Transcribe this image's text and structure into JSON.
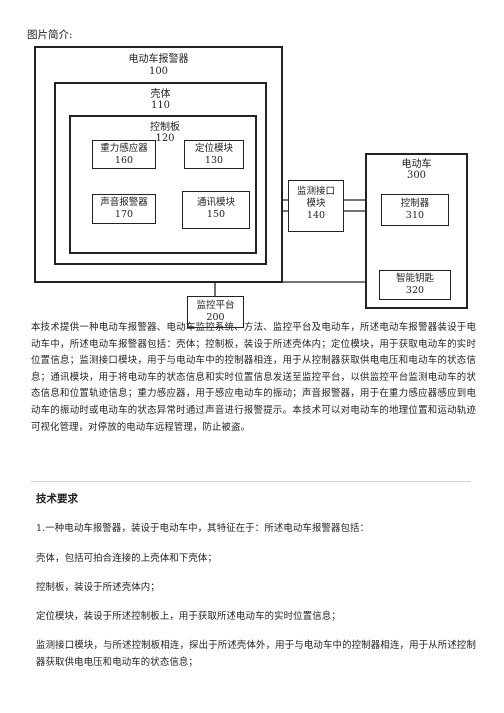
{
  "page": {
    "title": "图片简介:"
  },
  "diagram": {
    "alarm": {
      "name": "电动车报警器",
      "num": "100"
    },
    "shell": {
      "name": "壳体",
      "num": "110"
    },
    "board": {
      "name": "控制板",
      "num": "120"
    },
    "gravity": {
      "name": "重力感应器",
      "num": "160"
    },
    "locate": {
      "name": "定位模块",
      "num": "130"
    },
    "sound": {
      "name": "声音报警器",
      "num": "170"
    },
    "comm": {
      "name": "通讯模块",
      "num": "150"
    },
    "monitor_iface": {
      "name1": "监测接口",
      "name2": "模块",
      "num": "140"
    },
    "ev": {
      "name": "电动车",
      "num": "300"
    },
    "controller": {
      "name": "控制器",
      "num": "310"
    },
    "key": {
      "name": "智能钥匙",
      "num": "320"
    },
    "platform": {
      "name": "监控平台",
      "num": "200"
    }
  },
  "abstract": "本技术提供一种电动车报警器、电动车监控系统、方法、监控平台及电动车，所述电动车报警器装设于电动车中，所述电动车报警器包括：壳体；控制板，装设于所述壳体内；定位模块，用于获取电动车的实时位置信息；监测接口模块，用于与电动车中的控制器相连，用于从控制器获取供电电压和电动车的状态信息；通讯模块，用于将电动车的状态信息和实时位置信息发送至监控平台，以供监控平台监测电动车的状态信息和位置轨迹信息；重力感应器，用于感应电动车的振动；声音报警器，用于在重力感应器感应到电动车的振动时或电动车的状态异常时通过声音进行报警提示。本技术可以对电动车的地理位置和运动轨迹可视化管理，对停放的电动车远程管理，防止被盗。",
  "claims": {
    "heading": "技术要求",
    "lines": [
      "1.一种电动车报警器，装设于电动车中，其特征在于：所述电动车报警器包括：",
      "壳体，包括可拍合连接的上壳体和下壳体；",
      "控制板，装设于所述壳体内；",
      "定位模块，装设于所述控制板上，用于获取所述电动车的实时位置信息；",
      "监测接口模块，与所述控制板相连，探出于所述壳体外，用于与电动车中的控制器相连，用于从所述控制器获取供电电压和电动车的状态信息；"
    ]
  }
}
